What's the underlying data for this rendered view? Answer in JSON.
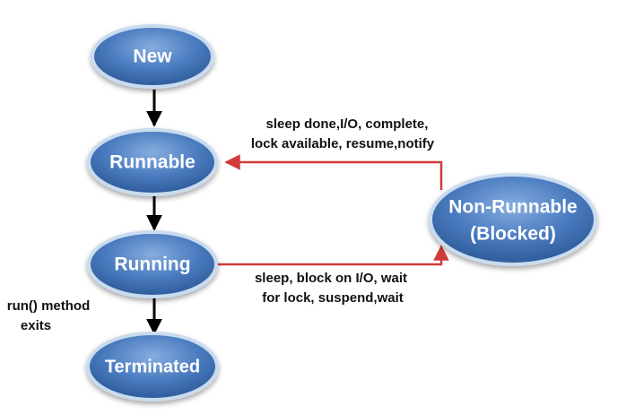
{
  "nodes": {
    "new": {
      "label": "New"
    },
    "runnable": {
      "label": "Runnable"
    },
    "running": {
      "label": "Running"
    },
    "terminated": {
      "label": "Terminated"
    },
    "non_runnable": {
      "line1": "Non-Runnable",
      "line2": "(Blocked)"
    }
  },
  "edges": {
    "wakeup": {
      "line1": "sleep done,I/O, complete,",
      "line2": "lock available, resume,notify"
    },
    "block": {
      "line1": "sleep, block on I/O, wait",
      "line2": "for lock, suspend,wait"
    },
    "exit": {
      "line1": "run() method",
      "line2": "exits"
    }
  },
  "colors": {
    "node_fill_light": "#7fa8dc",
    "node_fill": "#4a7cc0",
    "node_fill_dark": "#2d5a98",
    "node_border": "#c9dbef",
    "arrow_black": "#000000",
    "arrow_red": "#d03a3a"
  }
}
